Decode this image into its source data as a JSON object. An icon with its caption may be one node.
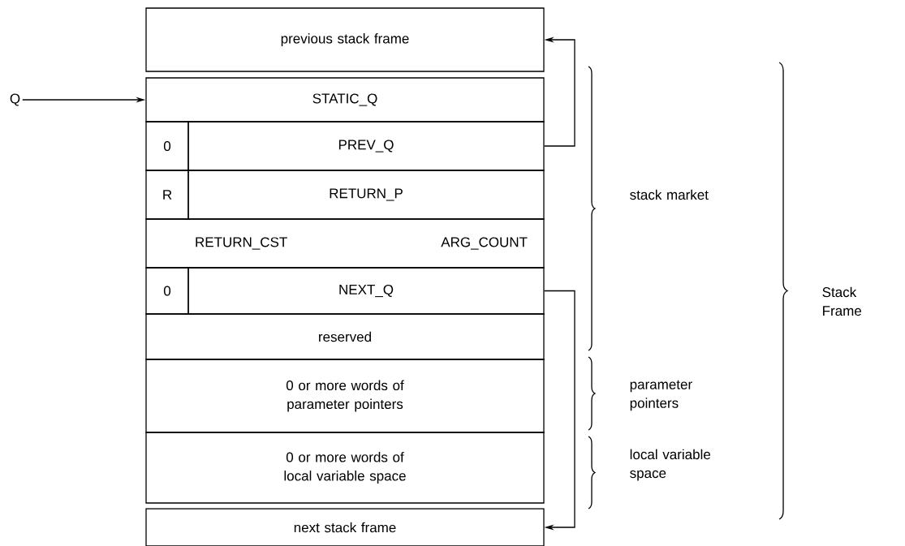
{
  "diagram": {
    "nodes": [
      {
        "text": [
          "Q"
        ]
      },
      {
        "text": [
          "previous stack frame"
        ]
      },
      {
        "text": [
          "STATIC_Q"
        ]
      },
      {
        "text": [
          "0"
        ]
      },
      {
        "text": [
          "PREV_Q"
        ]
      },
      {
        "text": [
          "R"
        ]
      },
      {
        "text": [
          "RETURN_P"
        ]
      },
      {
        "text": [
          "RETURN_CST",
          "ARG_COUNT"
        ]
      },
      {
        "text": [
          "0"
        ]
      },
      {
        "text": [
          "NEXT_Q"
        ]
      },
      {
        "text": [
          "reserved"
        ]
      },
      {
        "text": [
          "0 or more words of parameter pointers"
        ]
      },
      {
        "text": [
          "0 or more words of local variable space"
        ]
      },
      {
        "text": [
          "next stack frame"
        ]
      }
    ],
    "edges": [
      {
        "from": 0,
        "to": 2,
        "arrow": "to"
      },
      {
        "from": 4,
        "to": 1,
        "arrow": "to"
      },
      {
        "from": 9,
        "to": 13,
        "arrow": "to"
      }
    ],
    "labels": [
      "stack market",
      "parameter pointers",
      "local variable space",
      "Stack Frame"
    ]
  }
}
